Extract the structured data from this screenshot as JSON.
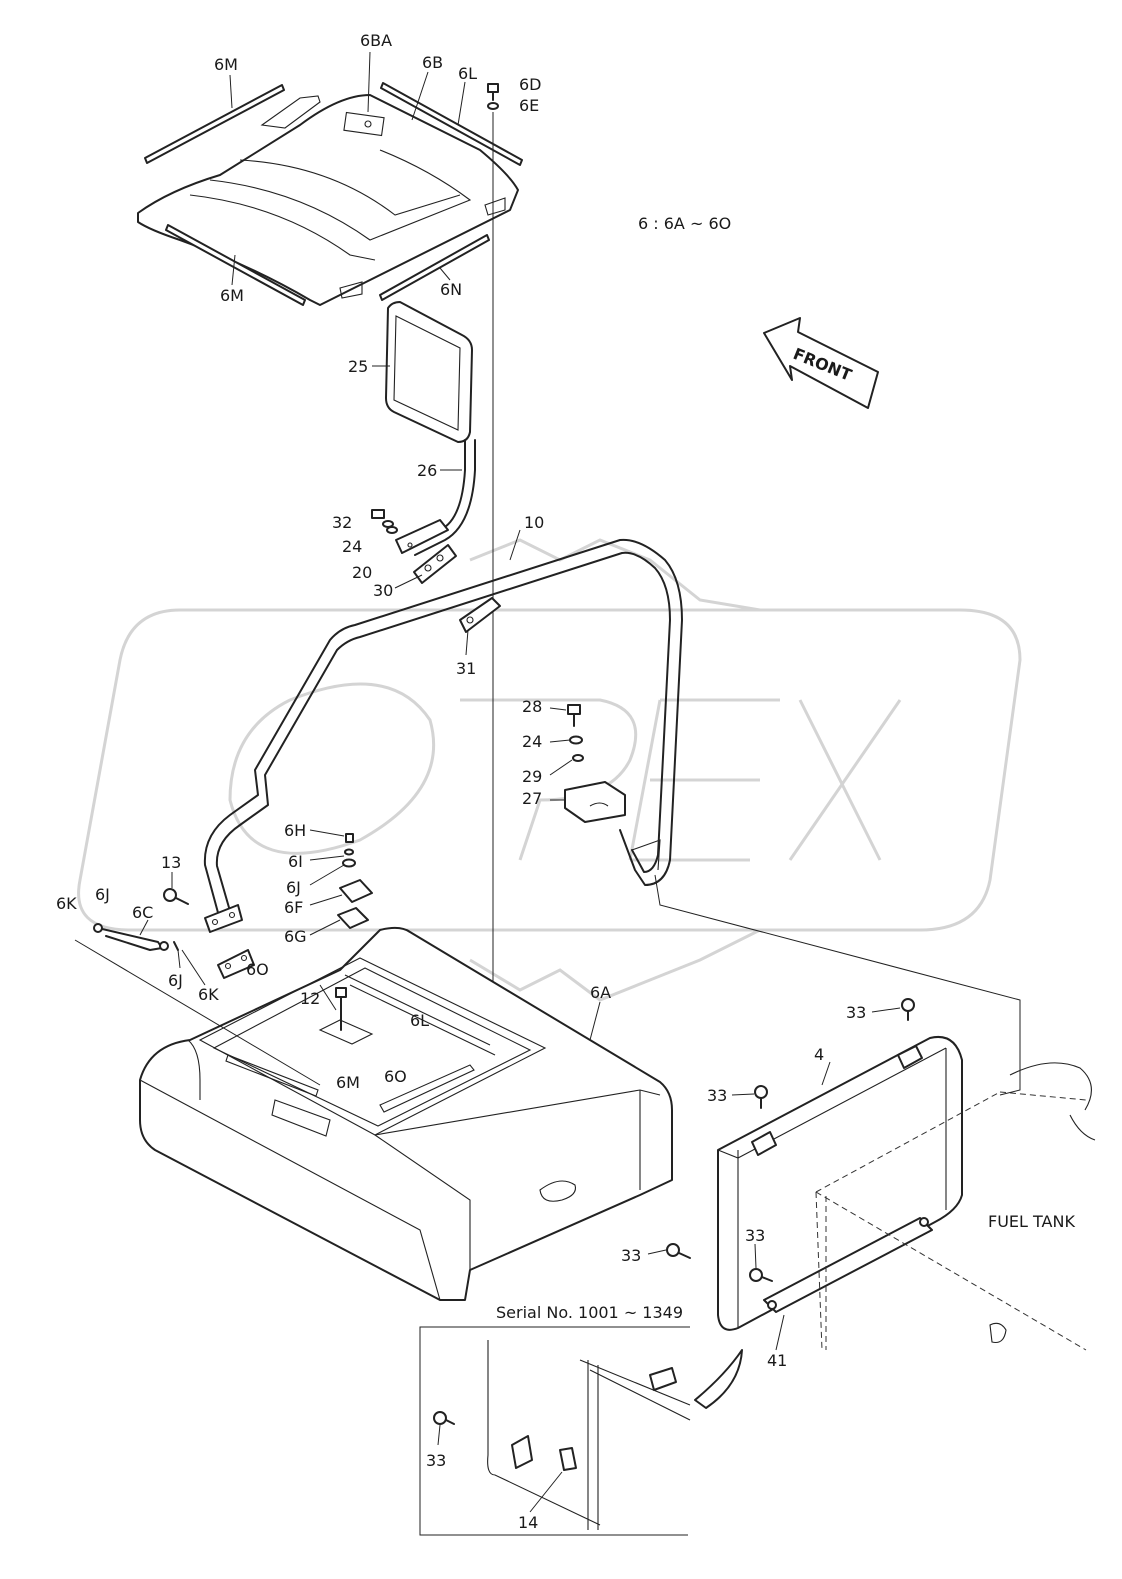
{
  "legend_note": "6 : 6A ~ 6O",
  "front_label": "FRONT",
  "fuel_tank_label": "FUEL TANK",
  "inset": {
    "title": "Serial No. 1001 ~ 1349"
  },
  "watermark_text": "OPEX",
  "callouts": {
    "c6BA": "6BA",
    "c6M_top": "6M",
    "c6B": "6B",
    "c6L_top": "6L",
    "c6D": "6D",
    "c6E": "6E",
    "c6M_left": "6M",
    "c6N": "6N",
    "c25": "25",
    "c26": "26",
    "c32": "32",
    "c24a": "24",
    "c20": "20",
    "c30": "30",
    "c10": "10",
    "c31": "31",
    "c28": "28",
    "c24b": "24",
    "c29": "29",
    "c27": "27",
    "c6H": "6H",
    "c6I": "6I",
    "c6J_a": "6J",
    "c6F": "6F",
    "c6G": "6G",
    "c13": "13",
    "c6K_a": "6K",
    "c6J_b": "6J",
    "c6C": "6C",
    "c6J_c": "6J",
    "c6K_b": "6K",
    "c6O_a": "6O",
    "c12": "12",
    "c6L_mid": "6L",
    "c6A": "6A",
    "c6M_bot": "6M",
    "c6O_b": "6O",
    "c33_a": "33",
    "c4": "4",
    "c33_b": "33",
    "c33_c": "33",
    "c33_d": "33",
    "c41": "41",
    "c33_e": "33",
    "c14": "14"
  }
}
